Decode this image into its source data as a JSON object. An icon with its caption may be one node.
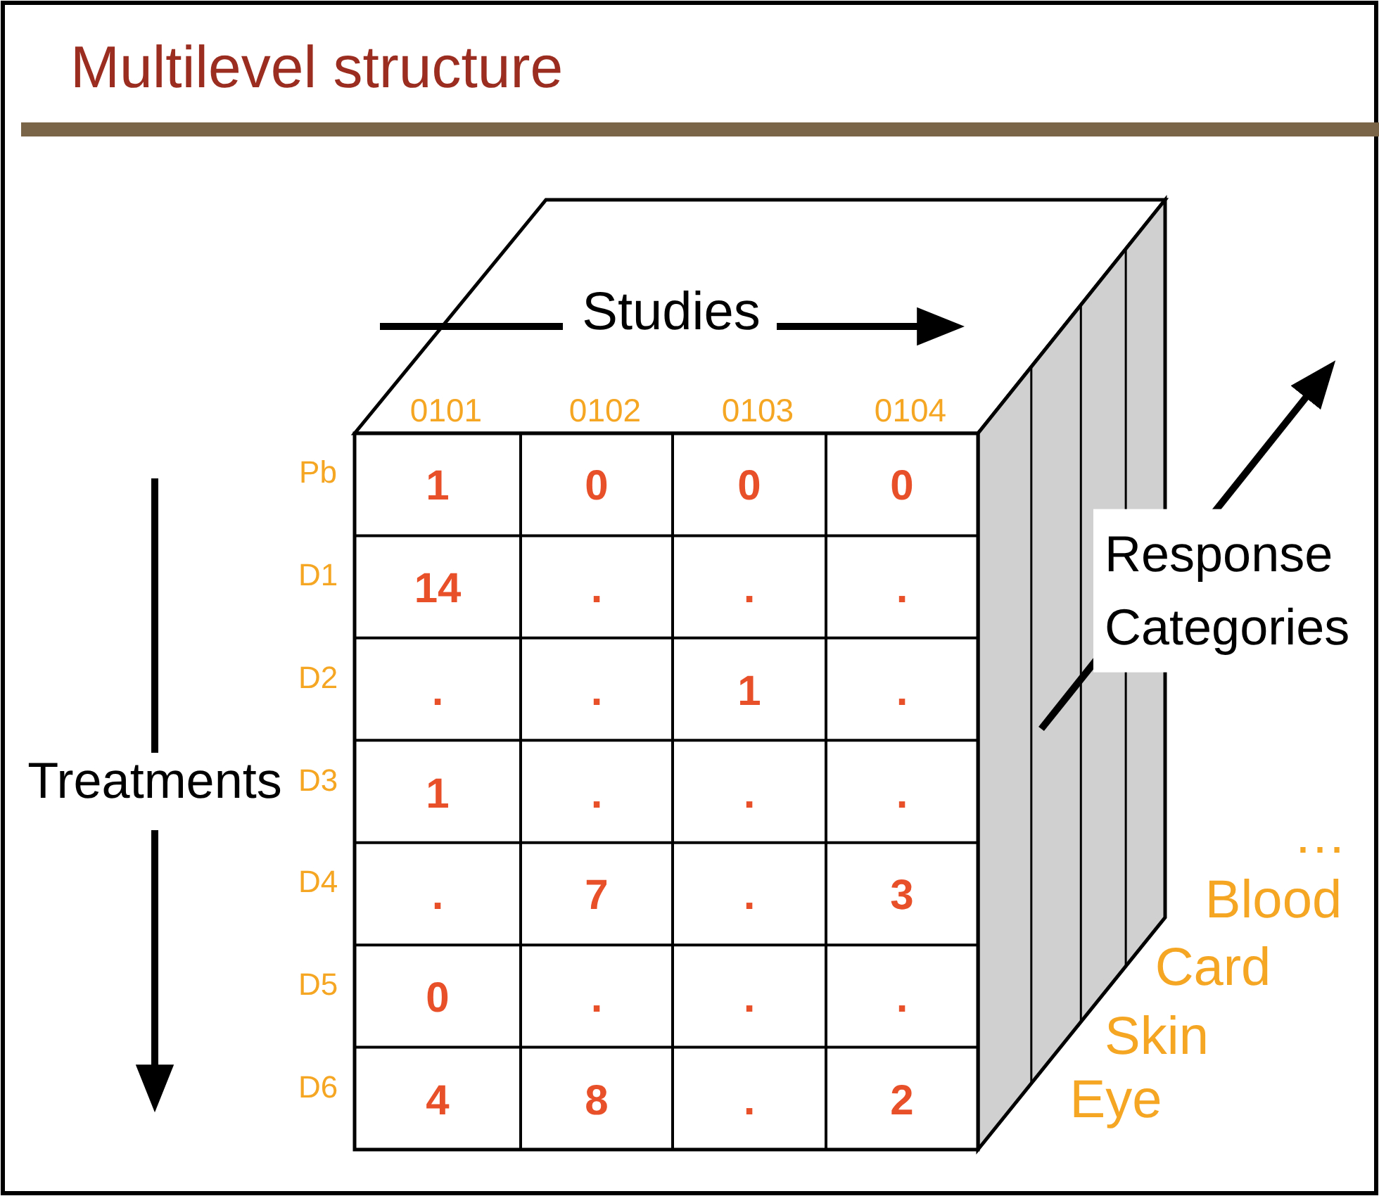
{
  "diagram": {
    "title": "Multilevel structure",
    "labels": [
      "Studies",
      "0101",
      "0102",
      "0103",
      "0104",
      "Pb",
      "1",
      "0",
      "0",
      "0",
      "D1",
      "14",
      ".",
      ".",
      ".",
      "D2",
      ".",
      ".",
      "1",
      ".",
      "D3",
      "1",
      ".",
      ".",
      ".",
      "D4",
      ".",
      "7",
      ".",
      "3",
      "D5",
      "0",
      ".",
      ".",
      ".",
      "D6",
      "4",
      "8",
      ".",
      "2",
      "Treatments",
      "Response Categories",
      "…",
      "Blood",
      "Card",
      "Skin",
      "Eye"
    ]
  }
}
